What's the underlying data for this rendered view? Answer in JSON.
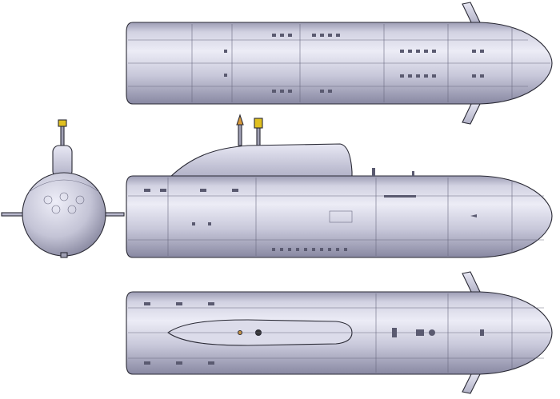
{
  "drawing": {
    "views": [
      "top-view",
      "side-view",
      "front-view",
      "bottom-view"
    ],
    "colors": {
      "hull_light": "#e4e4f0",
      "hull_mid": "#c3c3d6",
      "hull_dark": "#8d8da6",
      "outline": "#2a2a35",
      "mast_orange": "#d89a3a",
      "mast_yellow": "#e0c020",
      "background": "#ffffff"
    }
  }
}
